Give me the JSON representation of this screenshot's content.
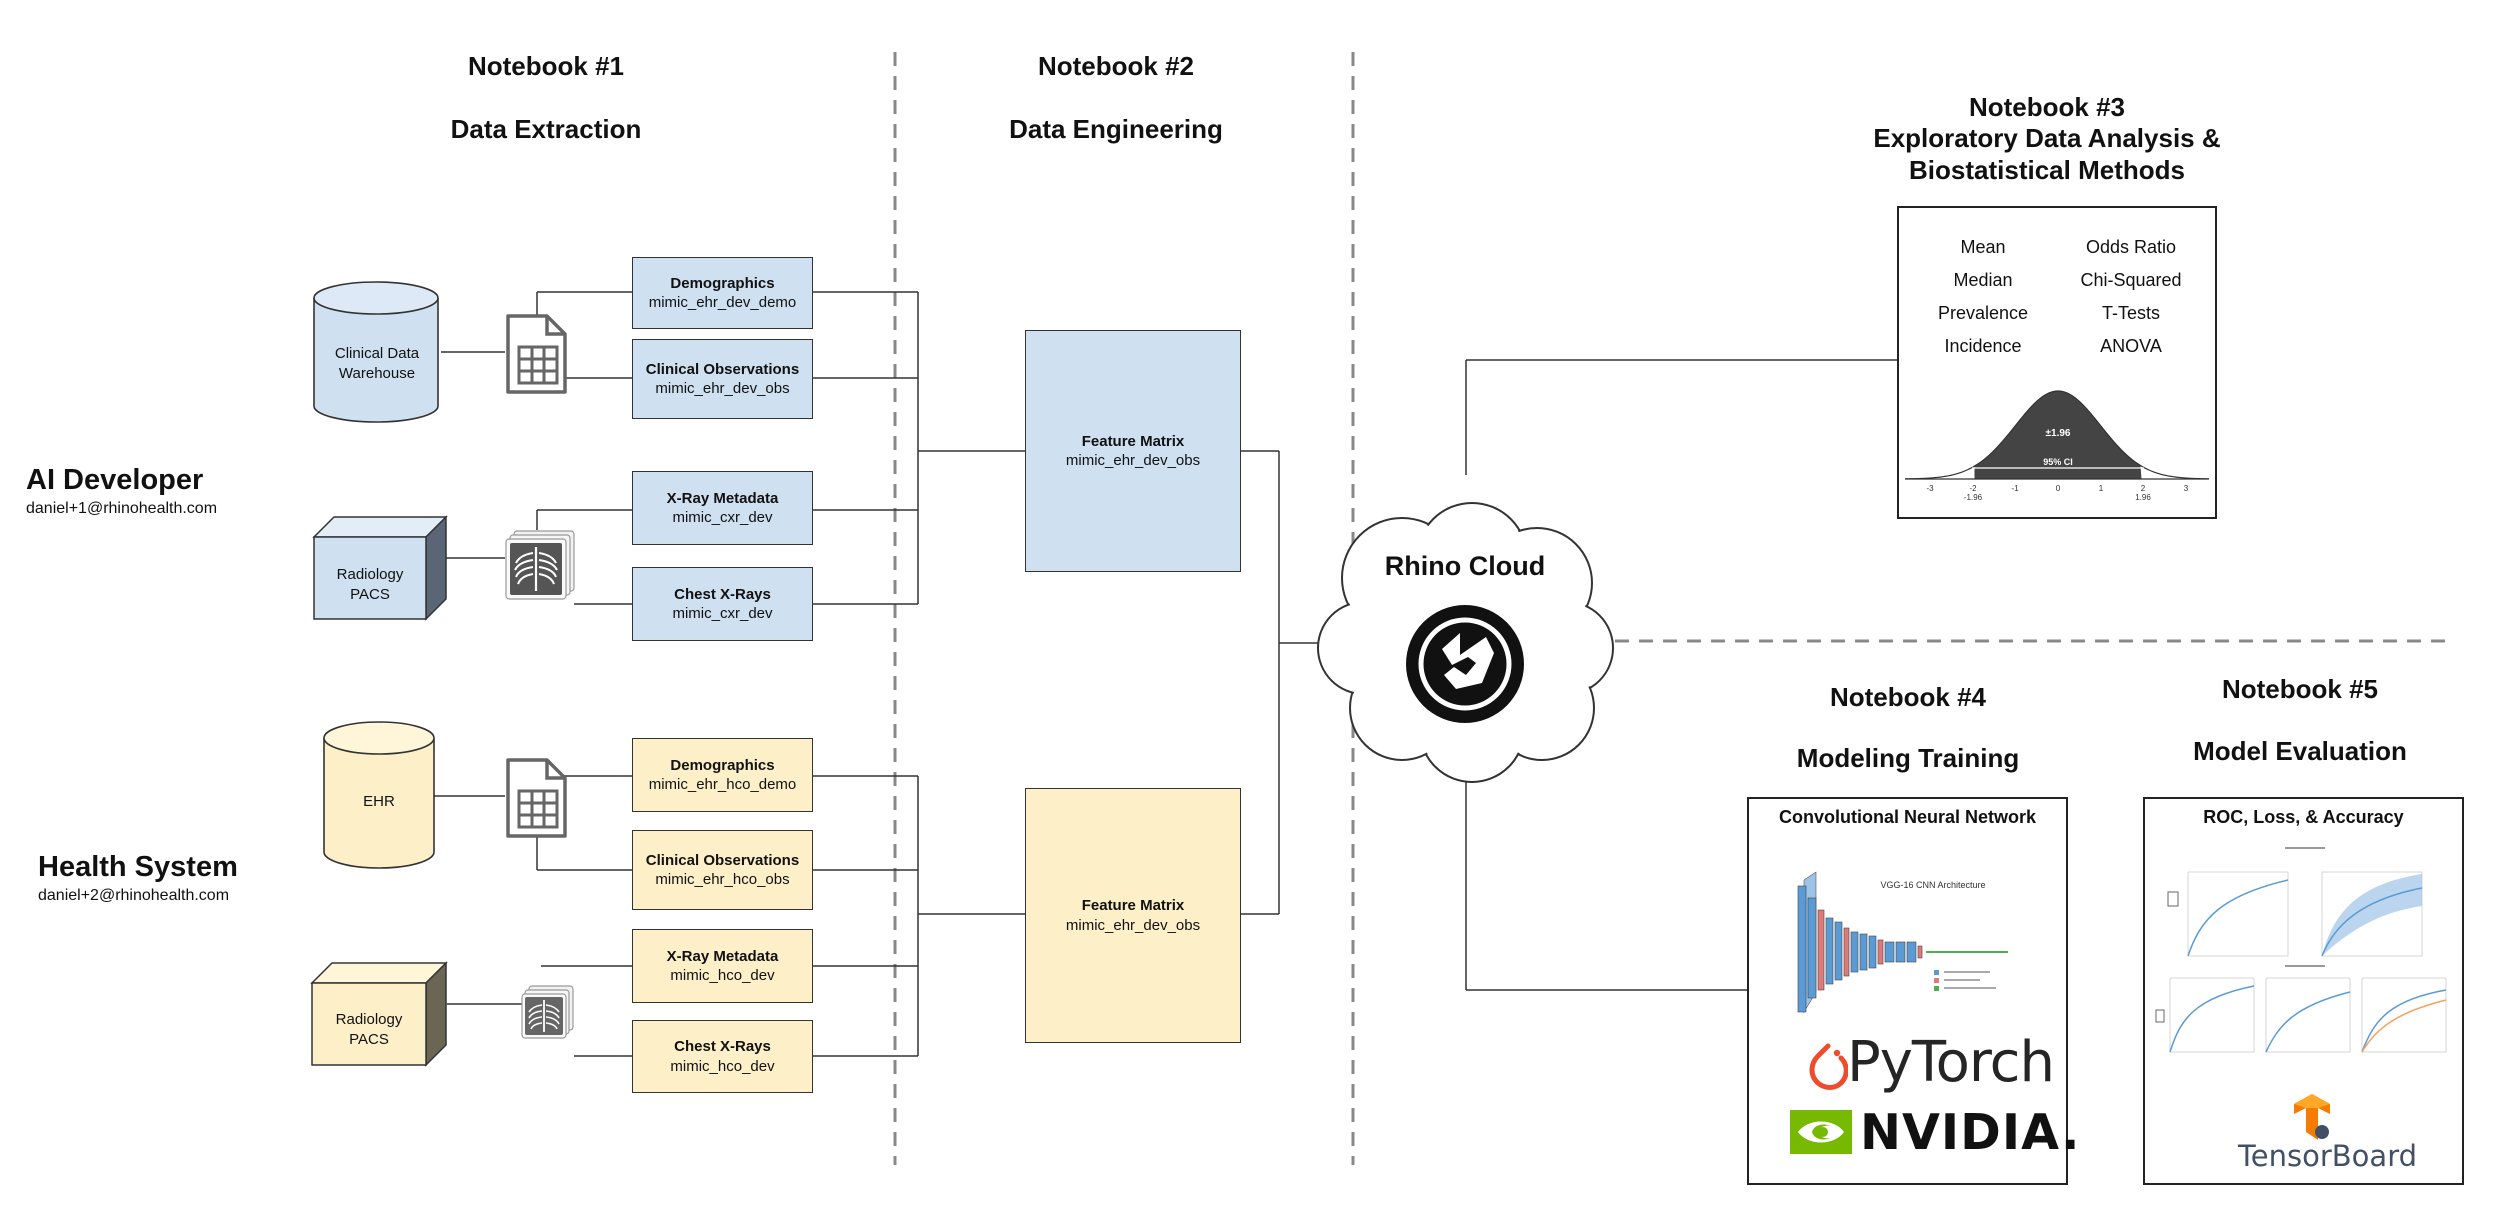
{
  "notebooks": {
    "nb1": {
      "title": "Notebook #1",
      "subtitle": "Data Extraction"
    },
    "nb2": {
      "title": "Notebook #2",
      "subtitle": "Data Engineering"
    },
    "nb3": {
      "title": "Notebook #3",
      "line2": "Exploratory Data Analysis &",
      "line3": "Biostatistical Methods"
    },
    "nb4": {
      "title": "Notebook #4",
      "subtitle": "Modeling Training"
    },
    "nb5": {
      "title": "Notebook #5",
      "subtitle": "Model Evaluation"
    }
  },
  "actors": {
    "ai_developer": {
      "name": "AI Developer",
      "email": "daniel+1@rhinohealth.com"
    },
    "health_system": {
      "name": "Health System",
      "email": "daniel+2@rhinohealth.com"
    }
  },
  "sources": {
    "cdw": {
      "line1": "Clinical Data",
      "line2": "Warehouse",
      "color": "#cfe0f1"
    },
    "pacs_blue": {
      "line1": "Radiology",
      "line2": "PACS",
      "color": "#cfe0f1"
    },
    "ehr": {
      "line1": "EHR",
      "color": "#fdf0c9"
    },
    "pacs_yellow": {
      "line1": "Radiology",
      "line2": "PACS",
      "color": "#fdf0c9"
    }
  },
  "datasets": {
    "blue": [
      {
        "title": "Demographics",
        "name": "mimic_ehr_dev_demo"
      },
      {
        "title": "Clinical Observations",
        "name": "mimic_ehr_dev_obs"
      },
      {
        "title": "X-Ray Metadata",
        "name": "mimic_cxr_dev"
      },
      {
        "title": "Chest X-Rays",
        "name": "mimic_cxr_dev"
      }
    ],
    "yellow": [
      {
        "title": "Demographics",
        "name": "mimic_ehr_hco_demo"
      },
      {
        "title": "Clinical Observations",
        "name": "mimic_ehr_hco_obs"
      },
      {
        "title": "X-Ray Metadata",
        "name": "mimic_hco_dev"
      },
      {
        "title": "Chest X-Rays",
        "name": "mimic_hco_dev"
      }
    ]
  },
  "feature_matrix": {
    "blue": {
      "title": "Feature Matrix",
      "name": "mimic_ehr_dev_obs"
    },
    "yellow": {
      "title": "Feature Matrix",
      "name": "mimic_ehr_dev_obs"
    }
  },
  "cloud": {
    "label": "Rhino Cloud"
  },
  "eda": {
    "stats_left": [
      "Mean",
      "Median",
      "Prevalence",
      "Incidence"
    ],
    "stats_right": [
      "Odds Ratio",
      "Chi-Squared",
      "T-Tests",
      "ANOVA"
    ],
    "curve_label": "±1.96",
    "ci_label": "95% CI",
    "ticks": [
      "-3",
      "-2",
      "-1",
      "0",
      "1",
      "2",
      "3"
    ],
    "tick_sub_left": "-1.96",
    "tick_sub_right": "1.96"
  },
  "training": {
    "panel_title": "Convolutional Neural Network",
    "arch_title": "VGG-16 CNN Architecture",
    "pytorch": "PyTorch",
    "nvidia": "NVIDIA."
  },
  "evaluation": {
    "panel_title": "ROC, Loss, & Accuracy",
    "tensorboard": "TensorBoard"
  },
  "colors": {
    "blue_fill": "#cfe0f1",
    "yellow_fill": "#fdf0c9",
    "pytorch": "#ee4c2c",
    "nvidia": "#76b900",
    "tensorboard_orange": "#f57c00",
    "tensorboard_text": "#425066"
  }
}
